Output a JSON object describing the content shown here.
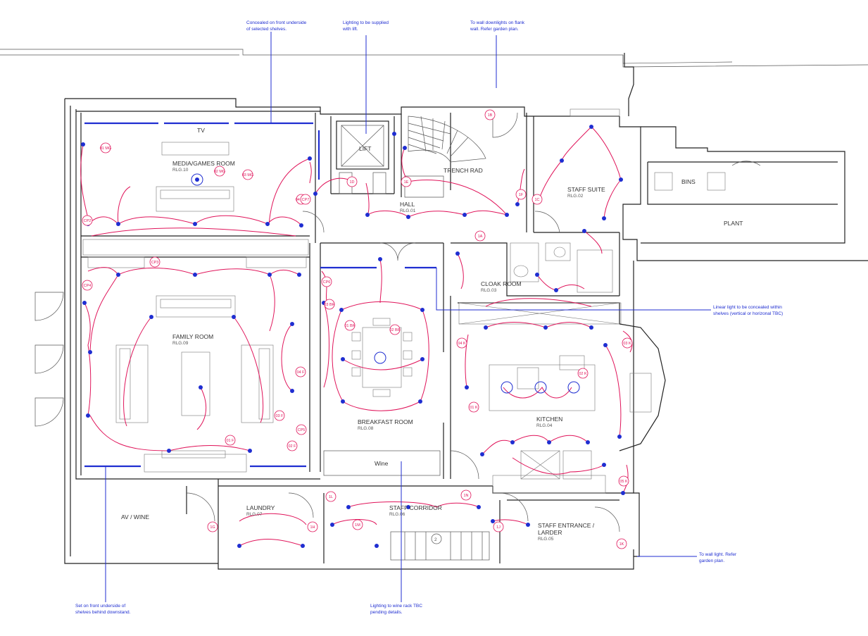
{
  "rooms": {
    "tv": "TV",
    "lift": "LIFT",
    "trench_rad": "TRENCH RAD",
    "media": {
      "name": "MEDIA/GAMES ROOM",
      "code": "RLG.10"
    },
    "hall": {
      "name": "HALL",
      "code": "RLG.01"
    },
    "staff_suite": {
      "name": "STAFF SUITE",
      "code": "RLG.02"
    },
    "bins": "BINS",
    "plant": "PLANT",
    "cloak": {
      "name": "CLOAK ROOM",
      "code": "RLG.03"
    },
    "family": {
      "name": "FAMILY ROOM",
      "code": "RLG.09"
    },
    "breakfast": {
      "name": "BREAKFAST ROOM",
      "code": "RLG.08"
    },
    "kitchen": {
      "name": "KITCHEN",
      "code": "RLG.04"
    },
    "wine": "Wine",
    "av_wine": "AV / WINE",
    "laundry": {
      "name": "LAUNDRY",
      "code": "RLG.07"
    },
    "staff_corridor": {
      "name": "STAFF CORRIDOR",
      "code": "RLG.06"
    },
    "staff_entrance": {
      "name": "STAFF ENTRANCE /",
      "name2": "LARDER",
      "code": "RLG.05"
    }
  },
  "notes": {
    "shelves_top": [
      "Concealed on front underside",
      "of selected shelves."
    ],
    "lift_lighting": [
      "Lighting to be supplied",
      "with lift."
    ],
    "flank_wall": [
      "To wall downlights on flank",
      "wall. Refer garden plan."
    ],
    "linear_light": [
      "Linear light to be concealed within",
      "shelves (vertical or horizonal TBC)"
    ],
    "wall_light": [
      "To wall light. Refer",
      "garden plan."
    ],
    "downstand": [
      "Set on front underside of",
      "shelves behind downstand."
    ],
    "wine_rack": [
      "Lighting to wine rack TBC",
      "pending details."
    ]
  },
  "circuit_tags": [
    "01 MG",
    "02 MG",
    "03 MG",
    "04 MG",
    "CP2",
    "CP3",
    "CP4",
    "CP5",
    "CP6",
    "CP7",
    "01 BR",
    "02 BR",
    "03 BR",
    "04 F",
    "01 F",
    "02 F",
    "03 F",
    "01 K",
    "02 K",
    "03 K",
    "04 K",
    "05 K",
    "1A",
    "1B",
    "1C",
    "1D",
    "1E",
    "1F",
    "1G",
    "1H",
    "1L",
    "1M",
    "1N",
    "1J",
    "1K"
  ],
  "colors": {
    "circuit": "#e0145a",
    "fitting": "#1f2ed1",
    "wall": "#222222"
  }
}
